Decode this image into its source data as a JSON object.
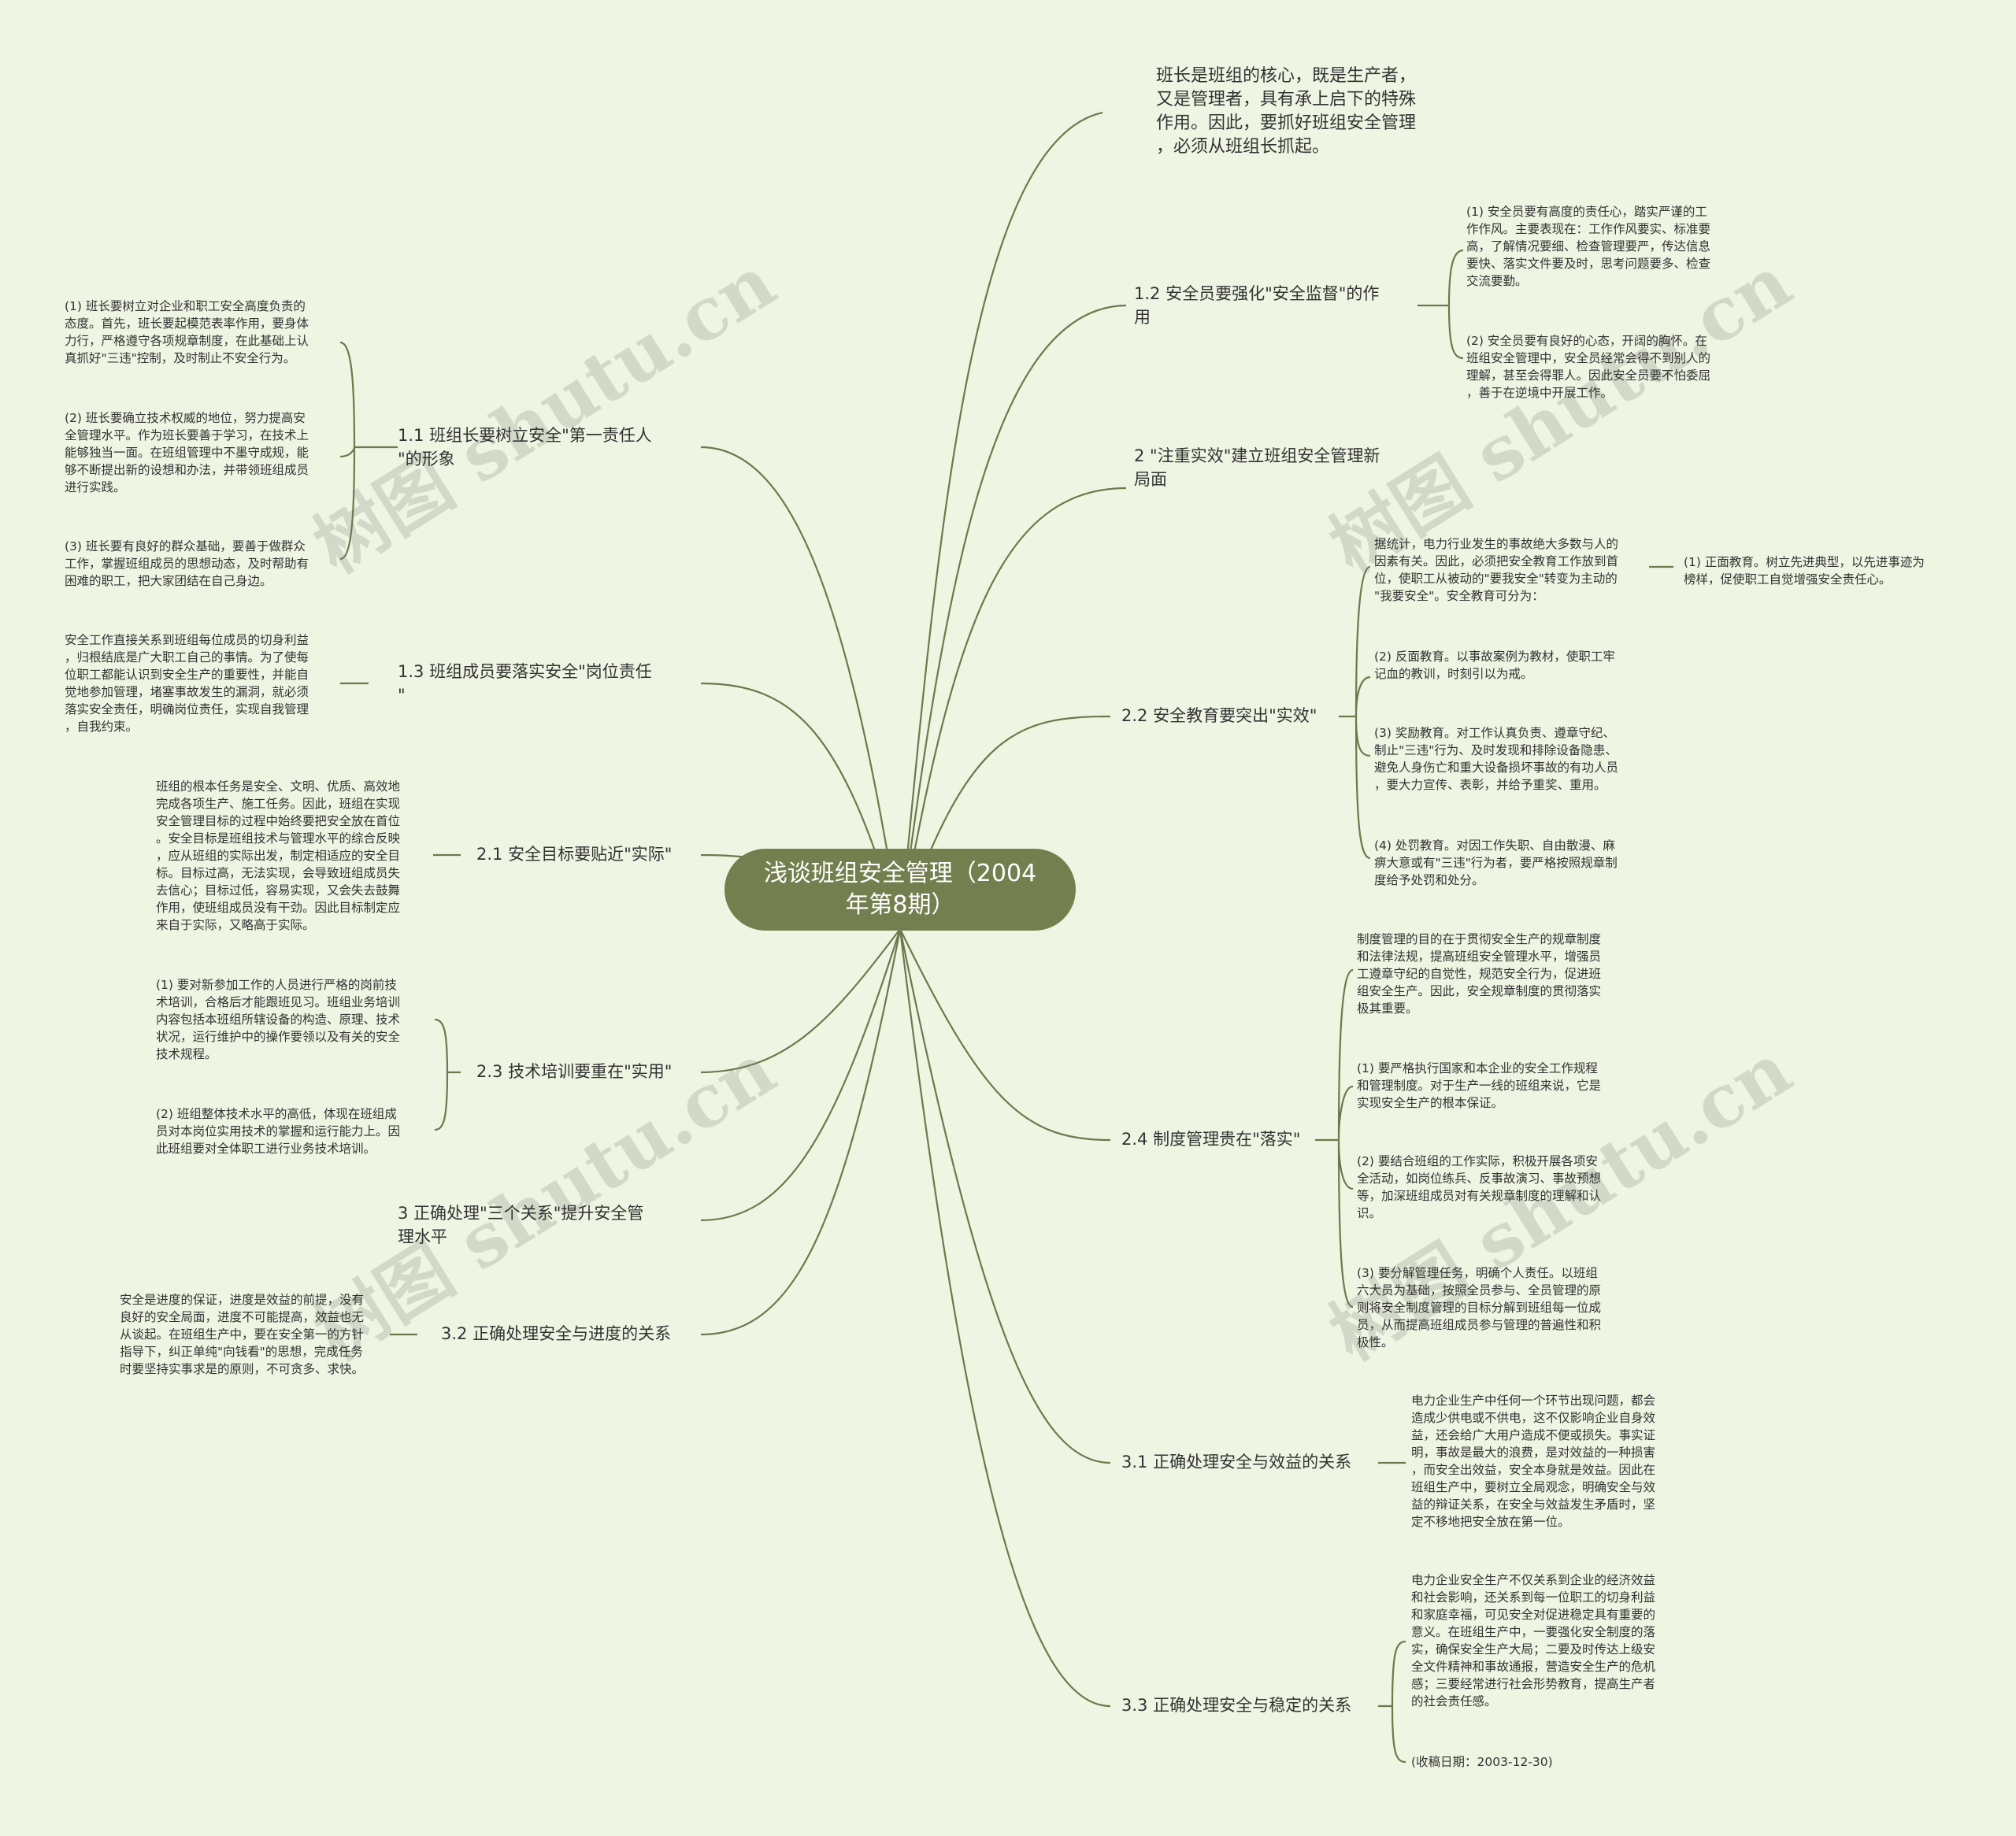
{
  "root": {
    "label": "浅谈班组安全管理（2004\n年第8期）"
  },
  "right": {
    "intro": "班长是班组的核心，既是生产者，\n又是管理者，具有承上启下的特殊\n作用。因此，要抓好班组安全管理\n，必须从班组长抓起。",
    "b12": {
      "label": "1.2 安全员要强化\"安全监督\"的作\n用",
      "c1": "(1) 安全员要有高度的责任心，踏实严谨的工\n作作风。主要表现在：工作作风要实、标准要\n高，了解情况要细、检查管理要严，传达信息\n要快、落实文件要及时，思考问题要多、检查\n交流要勤。",
      "c2": "(2) 安全员要有良好的心态，开阔的胸怀。在\n班组安全管理中，安全员经常会得不到别人的\n理解，甚至会得罪人。因此安全员要不怕委屈\n，善于在逆境中开展工作。"
    },
    "b2": {
      "label": "2 \"注重实效\"建立班组安全管理新\n局面"
    },
    "b22": {
      "label": "2.2 安全教育要突出\"实效\"",
      "c0": "据统计，电力行业发生的事故绝大多数与人的\n因素有关。因此，必须把安全教育工作放到首\n位，使职工从被动的\"要我安全\"转变为主动的\n\"我要安全\"。安全教育可分为：",
      "c0a": "(1) 正面教育。树立先进典型，以先进事迹为\n榜样，促使职工自觉增强安全责任心。",
      "c2": "(2) 反面教育。以事故案例为教材，使职工牢\n记血的教训，时刻引以为戒。",
      "c3": "(3) 奖励教育。对工作认真负责、遵章守纪、\n制止\"三违\"行为、及时发现和排除设备隐患、\n避免人身伤亡和重大设备损坏事故的有功人员\n，要大力宣传、表彰，并给予重奖、重用。",
      "c4": "(4) 处罚教育。对因工作失职、自由散漫、麻\n痹大意或有\"三违\"行为者，要严格按照规章制\n度给予处罚和处分。"
    },
    "b24": {
      "label": "2.4 制度管理贵在\"落实\"",
      "c0": "制度管理的目的在于贯彻安全生产的规章制度\n和法律法规，提高班组安全管理水平，增强员\n工遵章守纪的自觉性，规范安全行为，促进班\n组安全生产。因此，安全规章制度的贯彻落实\n极其重要。",
      "c1": "(1) 要严格执行国家和本企业的安全工作规程\n和管理制度。对于生产一线的班组来说，它是\n实现安全生产的根本保证。",
      "c2": "(2) 要结合班组的工作实际，积极开展各项安\n全活动，如岗位练兵、反事故演习、事故预想\n等，加深班组成员对有关规章制度的理解和认\n识。",
      "c3": "(3) 要分解管理任务，明确个人责任。以班组\n六大员为基础，按照全员参与、全员管理的原\n则将安全制度管理的目标分解到班组每一位成\n员，从而提高班组成员参与管理的普遍性和积\n极性。"
    },
    "b31": {
      "label": "3.1 正确处理安全与效益的关系",
      "c1": "电力企业生产中任何一个环节出现问题，都会\n造成少供电或不供电，这不仅影响企业自身效\n益，还会给广大用户造成不便或损失。事实证\n明，事故是最大的浪费，是对效益的一种损害\n，而安全出效益，安全本身就是效益。因此在\n班组生产中，要树立全局观念，明确安全与效\n益的辩证关系，在安全与效益发生矛盾时，坚\n定不移地把安全放在第一位。"
    },
    "b33": {
      "label": "3.3 正确处理安全与稳定的关系",
      "c1": "电力企业安全生产不仅关系到企业的经济效益\n和社会影响，还关系到每一位职工的切身利益\n和家庭幸福，可见安全对促进稳定具有重要的\n意义。在班组生产中，一要强化安全制度的落\n实，确保安全生产大局；二要及时传达上级安\n全文件精神和事故通报，营造安全生产的危机\n感；三要经常进行社会形势教育，提高生产者\n的社会责任感。",
      "c2": "(收稿日期：2003-12-30)"
    }
  },
  "left": {
    "b11": {
      "label": "1.1 班组长要树立安全\"第一责任人\n\"的形象",
      "c1": "(1) 班长要树立对企业和职工安全高度负责的\n态度。首先，班长要起模范表率作用，要身体\n力行，严格遵守各项规章制度，在此基础上认\n真抓好\"三违\"控制，及时制止不安全行为。",
      "c2": "(2) 班长要确立技术权威的地位，努力提高安\n全管理水平。作为班长要善于学习，在技术上\n能够独当一面。在班组管理中不墨守成规，能\n够不断提出新的设想和办法，并带领班组成员\n进行实践。",
      "c3": "(3) 班长要有良好的群众基础，要善于做群众\n工作，掌握班组成员的思想动态，及时帮助有\n困难的职工，把大家团结在自己身边。"
    },
    "b13": {
      "label": "1.3 班组成员要落实安全\"岗位责任\n\"",
      "c1": "安全工作直接关系到班组每位成员的切身利益\n，归根结底是广大职工自己的事情。为了使每\n位职工都能认识到安全生产的重要性，并能自\n觉地参加管理，堵塞事故发生的漏洞，就必须\n落实安全责任，明确岗位责任，实现自我管理\n，自我约束。"
    },
    "b21": {
      "label": "2.1 安全目标要贴近\"实际\"",
      "c1": "班组的根本任务是安全、文明、优质、高效地\n完成各项生产、施工任务。因此，班组在实现\n安全管理目标的过程中始终要把安全放在首位\n。安全目标是班组技术与管理水平的综合反映\n，应从班组的实际出发，制定相适应的安全目\n标。目标过高，无法实现，会导致班组成员失\n去信心；目标过低，容易实现，又会失去鼓舞\n作用，使班组成员没有干劲。因此目标制定应\n来自于实际，又略高于实际。"
    },
    "b23": {
      "label": "2.3 技术培训要重在\"实用\"",
      "c1": "(1) 要对新参加工作的人员进行严格的岗前技\n术培训，合格后才能跟班见习。班组业务培训\n内容包括本班组所辖设备的构造、原理、技术\n状况，运行维护中的操作要领以及有关的安全\n技术规程。",
      "c2": "(2) 班组整体技术水平的高低，体现在班组成\n员对本岗位实用技术的掌握和运行能力上。因\n此班组要对全体职工进行业务技术培训。"
    },
    "b3": {
      "label": "3 正确处理\"三个关系\"提升安全管\n理水平"
    },
    "b32": {
      "label": "3.2 正确处理安全与进度的关系",
      "c1": "安全是进度的保证，进度是效益的前提，没有\n良好的安全局面，进度不可能提高，效益也无\n从谈起。在班组生产中，要在安全第一的方针\n指导下，纠正单纯\"向钱看\"的思想，完成任务\n时要坚持实事求是的原则，不可贪多、求快。"
    }
  },
  "watermark": "树图 shutu.cn",
  "colors": {
    "background": "#eef5e2",
    "line": "#6b7a4c",
    "root": "#737f4f"
  }
}
